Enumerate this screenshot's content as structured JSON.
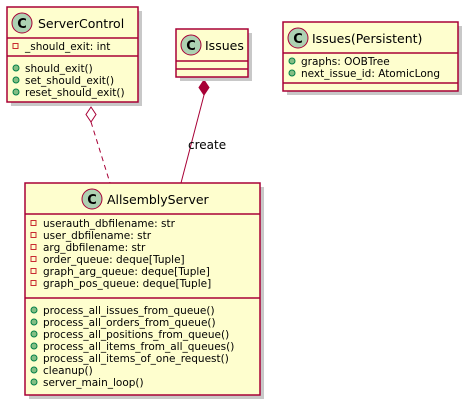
{
  "diagram": {
    "classes": {
      "server_control": {
        "badge": "C",
        "name": "ServerControl",
        "fields": [
          "_should_exit: int"
        ],
        "methods": [
          "should_exit()",
          "set_should_exit()",
          "reset_should_exit()"
        ]
      },
      "issues": {
        "badge": "C",
        "name": "Issues",
        "fields": [],
        "methods": []
      },
      "issues_persistent": {
        "badge": "C",
        "name": "Issues(Persistent)",
        "fields": [
          "graphs: OOBTree",
          "next_issue_id: AtomicLong"
        ],
        "methods": []
      },
      "allsembly_server": {
        "badge": "C",
        "name": "AllsemblyServer",
        "fields": [
          "userauth_dbfilename: str",
          "user_dbfilename: str",
          "arg_dbfilename: str",
          "order_queue: deque[Tuple]",
          "graph_arg_queue: deque[Tuple]",
          "graph_pos_queue: deque[Tuple]"
        ],
        "methods": [
          "process_all_issues_from_queue()",
          "process_all_orders_from_queue()",
          "process_all_positions_from_queue()",
          "process_all_items_from_all_queues()",
          "process_all_items_of_one_request()",
          "cleanup()",
          "server_main_loop()"
        ]
      }
    },
    "relations": {
      "issues_to_server": {
        "label": "create"
      }
    },
    "colors": {
      "class_fill": "#FEFECE",
      "class_border": "#A80036",
      "badge_fill": "#ADD1B2",
      "field_marker": "#C82930",
      "method_marker": "#84BE84"
    }
  }
}
